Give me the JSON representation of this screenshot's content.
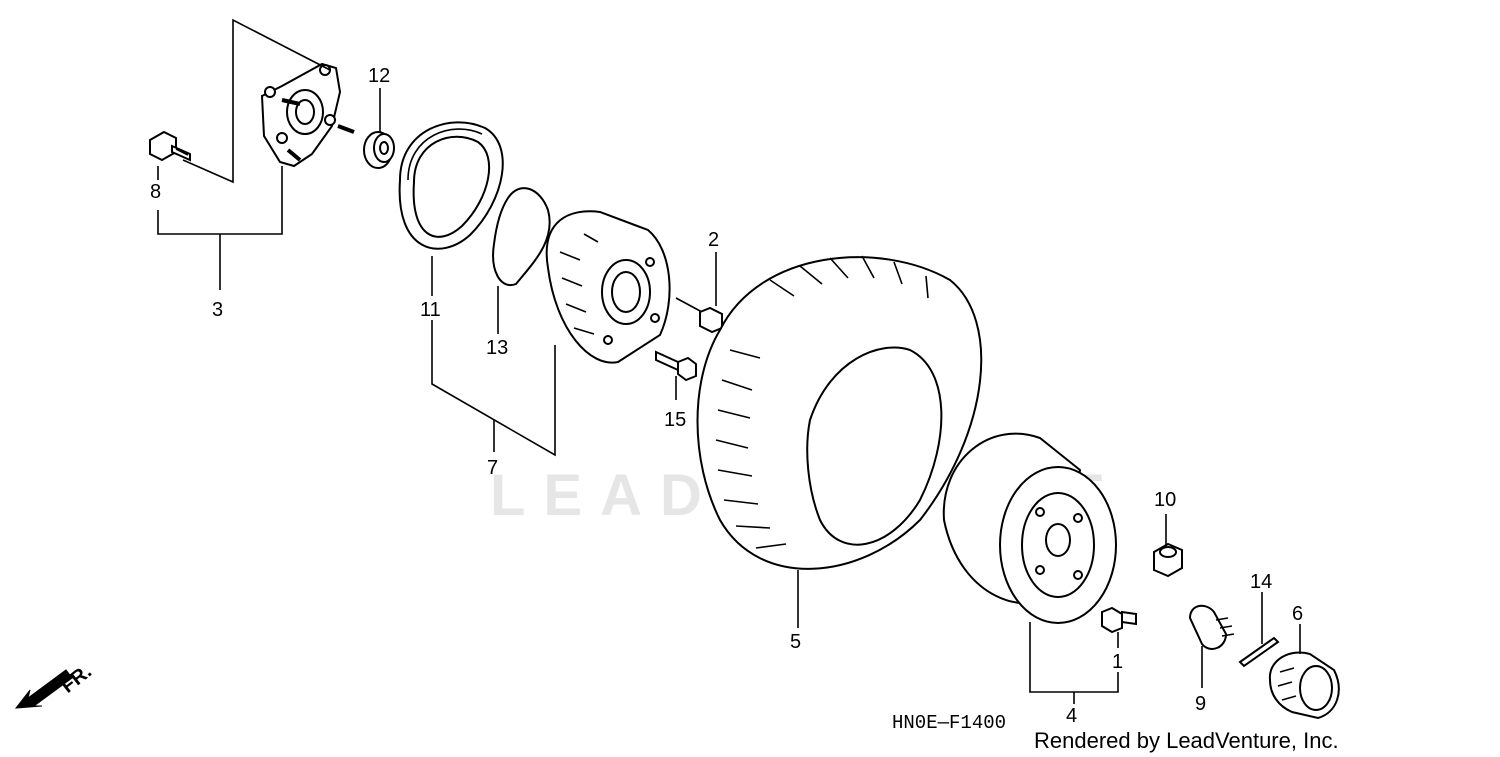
{
  "diagram": {
    "watermark": "LEADVENTURE",
    "diagram_code": "HN0E—F1400",
    "credit": "Rendered by LeadVenture, Inc.",
    "direction_label": "FR.",
    "callouts": [
      {
        "key": "c1",
        "label": "1"
      },
      {
        "key": "c2",
        "label": "2"
      },
      {
        "key": "c3",
        "label": "3"
      },
      {
        "key": "c4",
        "label": "4"
      },
      {
        "key": "c5",
        "label": "5"
      },
      {
        "key": "c6",
        "label": "6"
      },
      {
        "key": "c7",
        "label": "7"
      },
      {
        "key": "c8",
        "label": "8"
      },
      {
        "key": "c9",
        "label": "9"
      },
      {
        "key": "c10",
        "label": "10"
      },
      {
        "key": "c11",
        "label": "11"
      },
      {
        "key": "c12",
        "label": "12"
      },
      {
        "key": "c13",
        "label": "13"
      },
      {
        "key": "c14",
        "label": "14"
      },
      {
        "key": "c15",
        "label": "15"
      }
    ],
    "parts": [
      {
        "name": "hub-bolt-part",
        "callout": "8"
      },
      {
        "name": "front-hub-part",
        "callout": "3"
      },
      {
        "name": "bearing-part",
        "callout": "12"
      },
      {
        "name": "brake-drum-seal-part",
        "callout": "11"
      },
      {
        "name": "o-ring-part",
        "callout": "13"
      },
      {
        "name": "brake-drum-part",
        "callout": "7"
      },
      {
        "name": "flange-bolt-part",
        "callout": "15"
      },
      {
        "name": "drum-bolt-part",
        "callout": "2"
      },
      {
        "name": "tire-part",
        "callout": "5"
      },
      {
        "name": "wheel-rim-part",
        "callout": "4"
      },
      {
        "name": "valve-stem-part",
        "callout": "1"
      },
      {
        "name": "wheel-nut-part",
        "callout": "10"
      },
      {
        "name": "castle-nut-part",
        "callout": "9"
      },
      {
        "name": "cotter-pin-part",
        "callout": "14"
      },
      {
        "name": "hub-cap-part",
        "callout": "6"
      }
    ]
  }
}
